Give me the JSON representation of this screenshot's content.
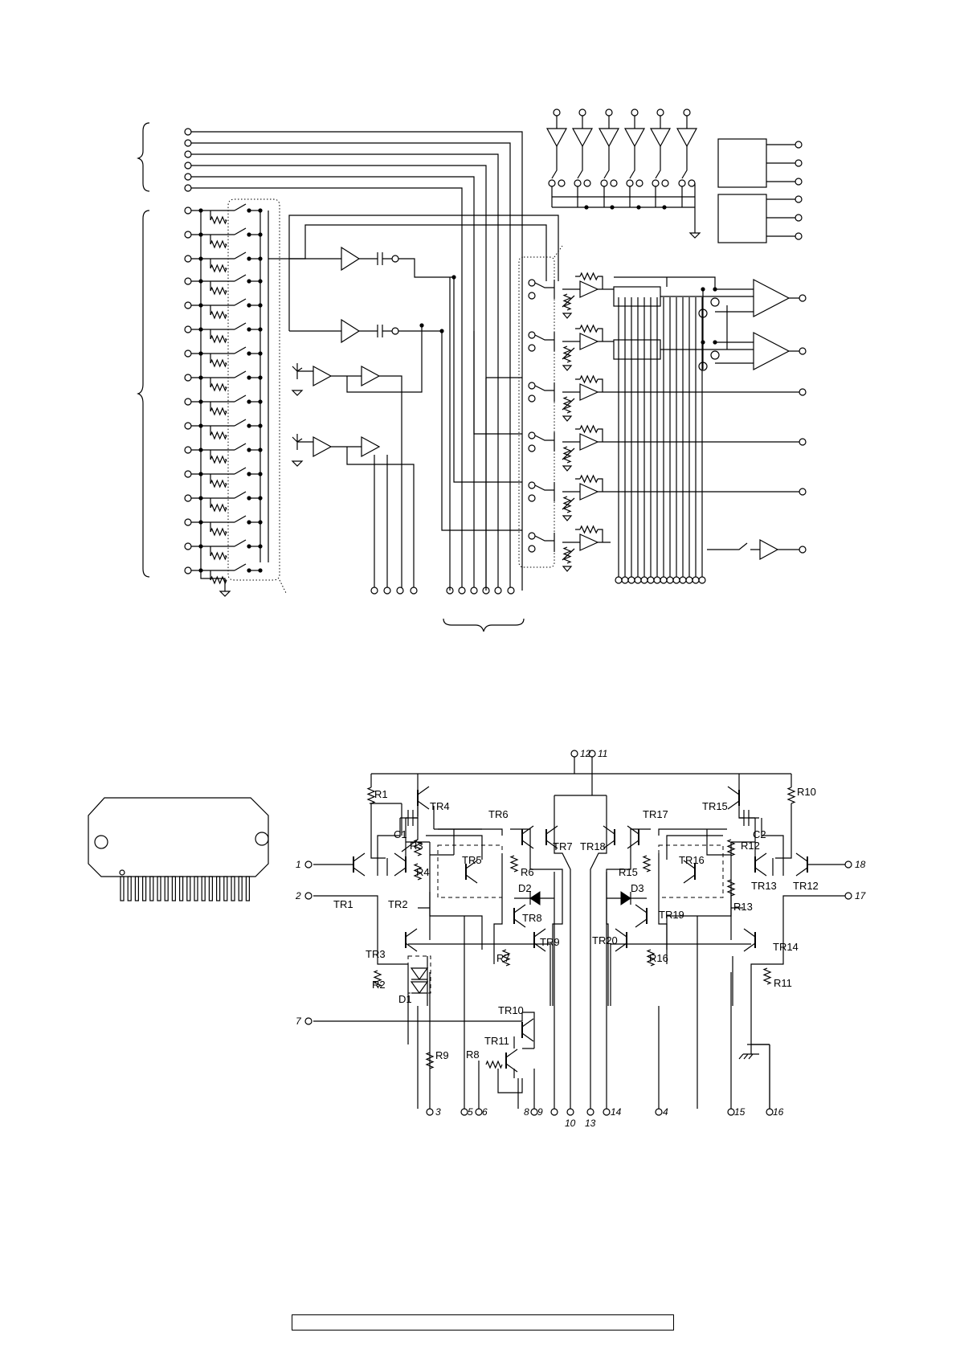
{
  "block_diagram": {
    "shown": true
  },
  "package": {
    "pin_count": 18
  },
  "equivalent_circuit": {
    "transistors": [
      "TR1",
      "TR2",
      "TR3",
      "TR4",
      "TR5",
      "TR6",
      "TR7",
      "TR8",
      "TR9",
      "TR10",
      "TR11",
      "TR12",
      "TR13",
      "TR14",
      "TR15",
      "TR16",
      "TR17",
      "TR18",
      "TR19",
      "TR20"
    ],
    "resistors": [
      "R1",
      "R2",
      "R3",
      "R4",
      "R6",
      "R7",
      "R8",
      "R9",
      "R10",
      "R11",
      "R12",
      "R13",
      "R15",
      "R16"
    ],
    "diodes": [
      "D1",
      "D2",
      "D3"
    ],
    "capacitors": [
      "C1",
      "C2"
    ],
    "pins": {
      "p1": "1",
      "p2": "2",
      "p3": "3",
      "p4": "4",
      "p5": "5",
      "p6": "6",
      "p7": "7",
      "p8": "8",
      "p9": "9",
      "p10": "10",
      "p11": "11",
      "p12": "12",
      "p13": "13",
      "p14": "14",
      "p15": "15",
      "p16": "16",
      "p17": "17",
      "p18": "18"
    }
  },
  "footer": {
    "text": ""
  }
}
